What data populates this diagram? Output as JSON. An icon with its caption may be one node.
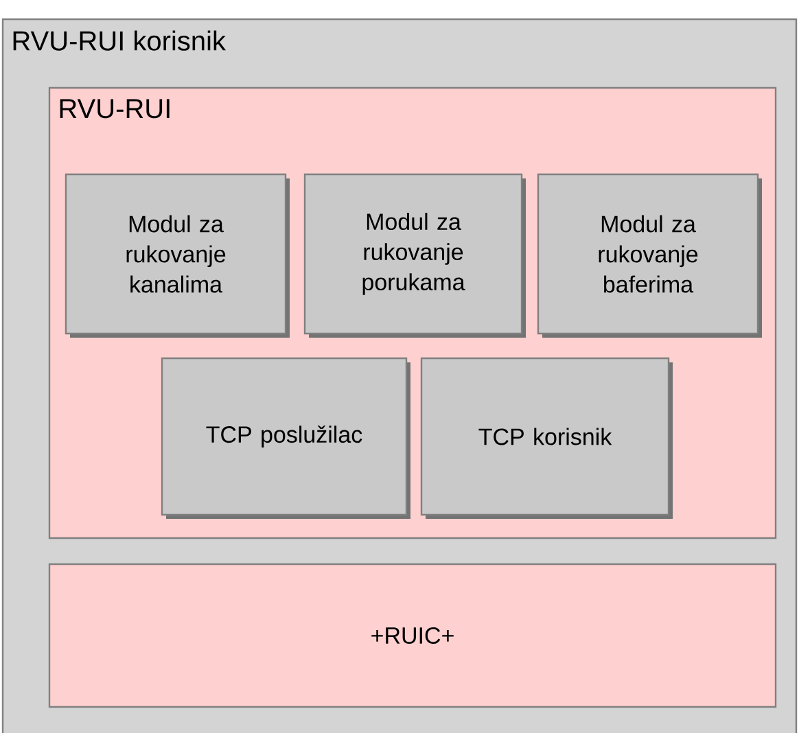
{
  "diagram": {
    "nodes": [
      {
        "text": [
          "RVU-RUI korisnik"
        ]
      },
      {
        "text": [
          "RVU-RUI"
        ],
        "in": 0
      },
      {
        "text": [
          "Modul za rukovanje kanalima"
        ],
        "in": 1
      },
      {
        "text": [
          "Modul za rukovanje porukama"
        ],
        "in": 1
      },
      {
        "text": [
          "Modul za rukovanje baferima"
        ],
        "in": 1
      },
      {
        "text": [
          "TCP poslužilac"
        ],
        "in": 1
      },
      {
        "text": [
          "TCP korisnik"
        ],
        "in": 1
      },
      {
        "text": [
          "+RUIC+"
        ],
        "in": 0
      }
    ],
    "edges": []
  }
}
